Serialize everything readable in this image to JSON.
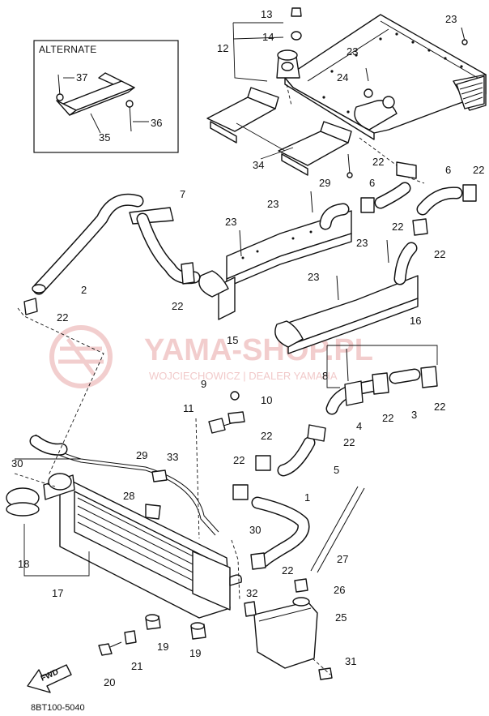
{
  "alternate_label": "ALTERNATE",
  "diagram_code": "8BT100-5040",
  "fwd_label": "FWD",
  "watermark": {
    "title": "YAMA-SHOP.PL",
    "subtitle": "WOJCIECHOWICZ | DEALER YAMAHA"
  },
  "callouts": {
    "c13": "13",
    "c14": "14",
    "c12": "12",
    "c23a": "23",
    "c23b": "23",
    "c24": "24",
    "c37": "37",
    "c36": "36",
    "c35": "35",
    "c34": "34",
    "c29a": "29",
    "c22a": "22",
    "c6a": "6",
    "c6b": "6",
    "c22b": "22",
    "c22c": "22",
    "c22d": "22",
    "c7": "7",
    "c23c": "23",
    "c23d": "23",
    "c23e": "23",
    "c23f": "23",
    "c2": "2",
    "c22e": "22",
    "c22f": "22",
    "c15": "15",
    "c16": "16",
    "c8": "8",
    "c9": "9",
    "c10": "10",
    "c11": "11",
    "c4": "4",
    "c22g": "22",
    "c3": "3",
    "c22h": "22",
    "c22i": "22",
    "c22j": "22",
    "c5": "5",
    "c22k": "22",
    "c30a": "30",
    "c29b": "29",
    "c33": "33",
    "c28": "28",
    "c1": "1",
    "c30b": "30",
    "c22l": "22",
    "c27": "27",
    "c18": "18",
    "c17": "17",
    "c32": "32",
    "c26": "26",
    "c25": "25",
    "c19a": "19",
    "c19b": "19",
    "c20": "20",
    "c21": "21",
    "c31": "31"
  }
}
